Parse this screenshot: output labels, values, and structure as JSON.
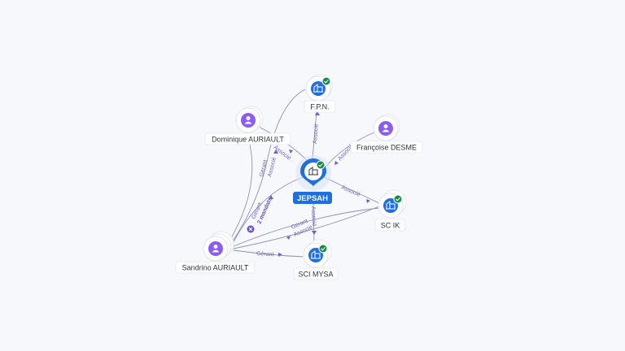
{
  "colors": {
    "company": "#1f6fe0",
    "person": "#8b5cf6",
    "check": "#1a8a4a",
    "edge": "#8b93b8",
    "edge_label": "#6a63c9"
  },
  "center": {
    "label": "JEPSAH",
    "icon": "company-icon",
    "verified": true
  },
  "nodes": [
    {
      "id": "fpn",
      "label": "F.P.N.",
      "type": "company",
      "icon": "company-icon",
      "verified": true
    },
    {
      "id": "dominique",
      "label": "Dominique AURIAULT",
      "type": "person",
      "icon": "person-icon"
    },
    {
      "id": "francoise",
      "label": "Françoise DESME",
      "type": "person",
      "icon": "person-icon"
    },
    {
      "id": "scik",
      "label": "SC IK",
      "type": "company",
      "icon": "company-icon",
      "verified": true
    },
    {
      "id": "scimysa",
      "label": "SCI MYSA",
      "type": "company",
      "icon": "company-icon",
      "verified": true
    },
    {
      "id": "sandrino",
      "label": "Sandrino AURIAULT",
      "type": "person",
      "icon": "person-icon"
    }
  ],
  "edge_labels": {
    "jepsah_fpn": "Associé",
    "dominique_jepsah": "Associé",
    "francoise_jepsah": "Associé",
    "jepsah_scik": "Associé",
    "jepsah_scimysa": "Associé",
    "dominique_gerant": "Gérant",
    "dominique_associe": "Associé",
    "sandrino_gerant": "Gérant",
    "sandrino_mandats": "2 mandats",
    "sandrino_mysa_gerant": "Gérant",
    "sandrino_scik_gerant": "Gérant",
    "sandrino_scik_associe": "Associé"
  }
}
